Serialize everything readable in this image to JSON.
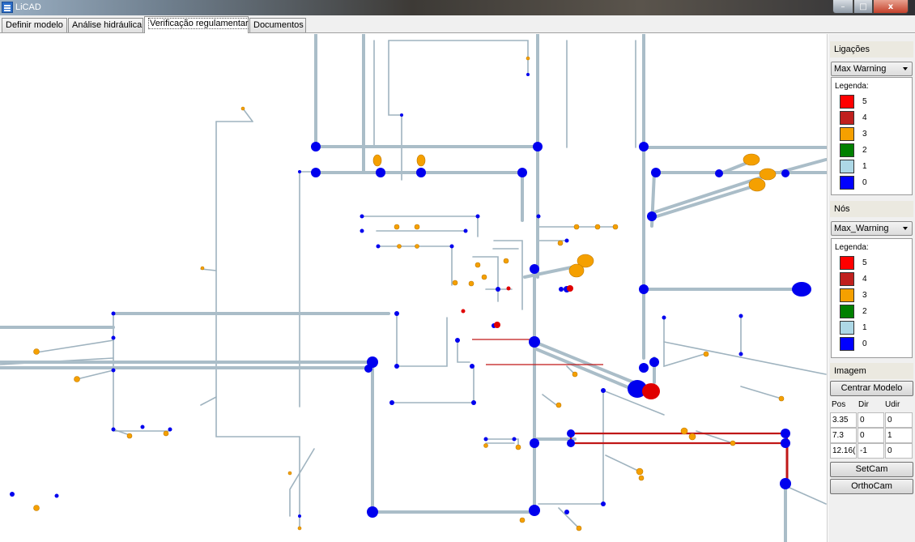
{
  "window": {
    "title": "LiCAD",
    "min": "–",
    "max": "□",
    "close": "x"
  },
  "tabs": [
    {
      "label": "Definir modelo"
    },
    {
      "label": "Análise hidráulica"
    },
    {
      "label": "Verificação regulamentar"
    },
    {
      "label": "Documentos"
    }
  ],
  "colors": {
    "level5": "#ff0000",
    "level4": "#c0201e",
    "level3": "#f5a000",
    "level2": "#008000",
    "level1": "#add8e6",
    "level0": "#0000ff",
    "pipe": "#aabdc8"
  },
  "ligacoes": {
    "header": "Ligações",
    "selected": "Max Warning",
    "legend_title": "Legenda:",
    "levels": [
      "5",
      "4",
      "3",
      "2",
      "1",
      "0"
    ]
  },
  "nos": {
    "header": "Nós",
    "selected": "Max_Warning",
    "legend_title": "Legenda:",
    "levels": [
      "5",
      "4",
      "3",
      "2",
      "1",
      "0"
    ]
  },
  "imagem": {
    "header": "Imagem",
    "center_button": "Centrar Modelo",
    "columns": [
      "Pos",
      "Dir",
      "Udir"
    ],
    "rows": [
      [
        "3.35",
        "0",
        "0"
      ],
      [
        "7.3",
        "0",
        "1"
      ],
      [
        "12.16(",
        "-1",
        "0"
      ]
    ],
    "setcam_button": "SetCam",
    "orthocam_button": "OrthoCam"
  },
  "icons": {
    "app": "licad-app-icon",
    "dropdown": "chevron-down-icon"
  }
}
